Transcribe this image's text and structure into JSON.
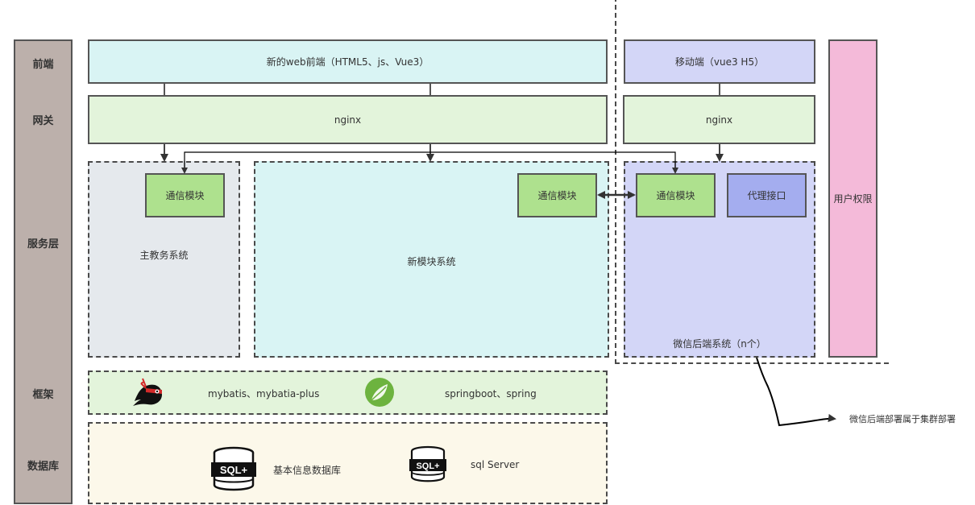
{
  "layers": {
    "frontend": "前端",
    "gateway": "网关",
    "service": "服务层",
    "framework": "框架",
    "database": "数据库"
  },
  "frontend": {
    "web": "新的web前端（HTML5、js、Vue3）",
    "mobile": "移动端（vue3 H5）"
  },
  "gateway": {
    "main_nginx": "nginx",
    "mobile_nginx": "nginx"
  },
  "services": {
    "main_system": {
      "title": "主教务系统",
      "module": "通信模块"
    },
    "new_module_system": {
      "title": "新模块系统",
      "module": "通信模块"
    },
    "wechat_backend": {
      "title": "微信后端系统（n个）",
      "module": "通信模块",
      "proxy": "代理接口"
    }
  },
  "user_permission": "用户权限",
  "framework": {
    "mybatis": "mybatis、mybatia-plus",
    "spring": "springboot、spring"
  },
  "database": {
    "basic_db": "基本信息数据库",
    "sqlserver": "sql Server",
    "icon_label": "SQL+"
  },
  "annotation": "微信后端部署属于集群部署",
  "colors": {
    "layer_bar": "#bcb0ab",
    "web_frontend": "#d9f4f4",
    "gateway": "#e3f4db",
    "main_system": "#e5e9ed",
    "new_module": "#d9f4f4",
    "wechat": "#d3d6f7",
    "module": "#aee18e",
    "proxy": "#a4adef",
    "user_permission": "#f4bad9",
    "framework": "#e3f4db",
    "database": "#fcf8ea"
  }
}
